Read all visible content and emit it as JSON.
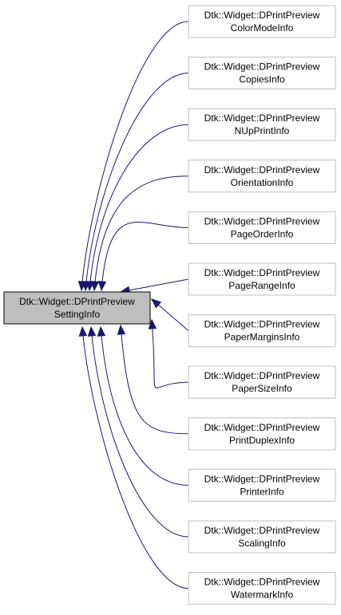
{
  "root": {
    "line1": "Dtk::Widget::DPrintPreview",
    "line2": "SettingInfo"
  },
  "children": [
    {
      "line1": "Dtk::Widget::DPrintPreview",
      "line2": "ColorModeInfo"
    },
    {
      "line1": "Dtk::Widget::DPrintPreview",
      "line2": "CopiesInfo"
    },
    {
      "line1": "Dtk::Widget::DPrintPreview",
      "line2": "NUpPrintInfo"
    },
    {
      "line1": "Dtk::Widget::DPrintPreview",
      "line2": "OrientationInfo"
    },
    {
      "line1": "Dtk::Widget::DPrintPreview",
      "line2": "PageOrderInfo"
    },
    {
      "line1": "Dtk::Widget::DPrintPreview",
      "line2": "PageRangeInfo"
    },
    {
      "line1": "Dtk::Widget::DPrintPreview",
      "line2": "PaperMarginsInfo"
    },
    {
      "line1": "Dtk::Widget::DPrintPreview",
      "line2": "PaperSizeInfo"
    },
    {
      "line1": "Dtk::Widget::DPrintPreview",
      "line2": "PrintDuplexInfo"
    },
    {
      "line1": "Dtk::Widget::DPrintPreview",
      "line2": "PrinterInfo"
    },
    {
      "line1": "Dtk::Widget::DPrintPreview",
      "line2": "ScalingInfo"
    },
    {
      "line1": "Dtk::Widget::DPrintPreview",
      "line2": "WatermarkInfo"
    }
  ],
  "colors": {
    "edge": "#191970",
    "root_fill": "#bfbfbf",
    "node_border": "#bfbfbf"
  }
}
